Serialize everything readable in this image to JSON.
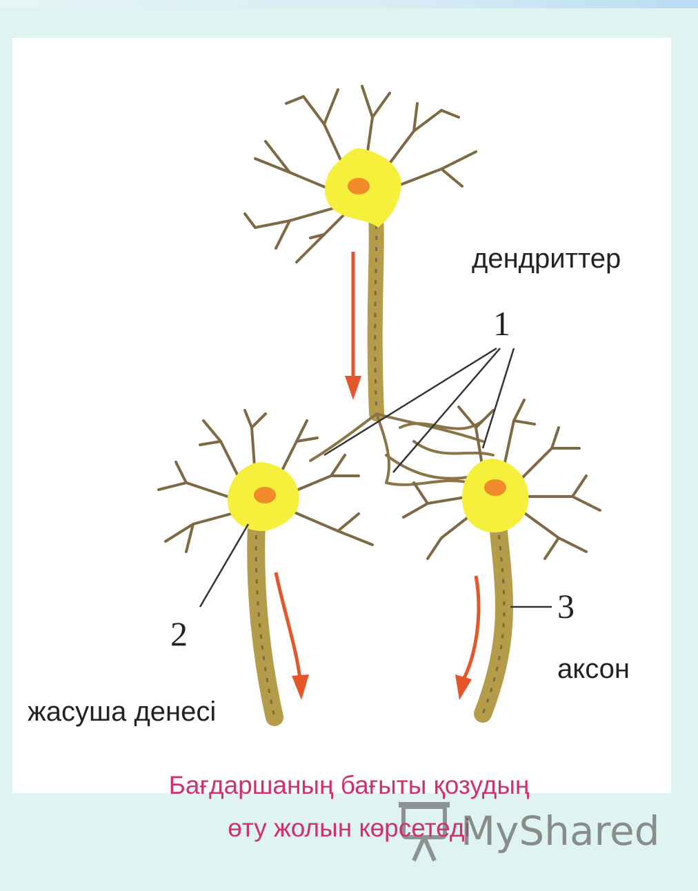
{
  "labels": {
    "dendrites": "дендриттер",
    "axon": "аксон",
    "cell_body": "жасуша денесі",
    "num_1": "1",
    "num_2": "2",
    "num_3": "3"
  },
  "caption": {
    "line1": "Бағдаршаның бағыты қозудың",
    "line2": "өту жолын көрсетеді"
  },
  "watermark": {
    "brand": "MyShared",
    "icon": "projector-screen-icon"
  },
  "colors": {
    "soma": "#f6ef3c",
    "nucleus": "#f08a2a",
    "dendrite": "#7d6a45",
    "axon": "#b59c4a",
    "arrow": "#e5562a",
    "caption": "#d0306e",
    "background": "#dff3f1"
  }
}
